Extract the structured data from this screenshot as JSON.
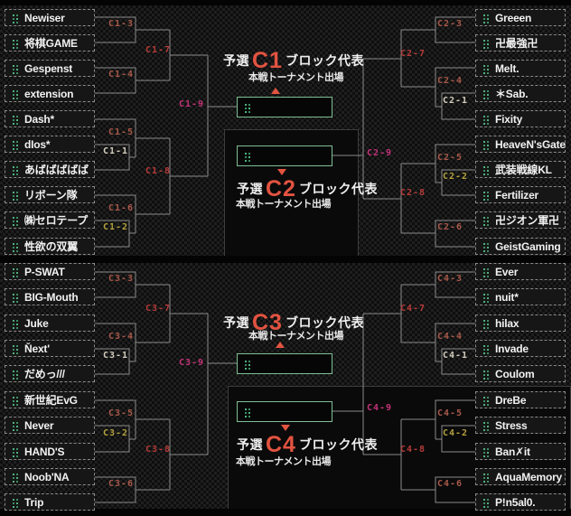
{
  "page": {
    "type": "tournament-bracket",
    "blocks_shown": [
      "C1",
      "C2",
      "C3",
      "C4"
    ]
  },
  "colors": {
    "accent_red": "#e25340",
    "icon_green": "#4fb37f",
    "winner_border_green": "#7fbf94",
    "bracket_line": "#8b8b8b",
    "label_round1": "#d3cdbd",
    "label_round1b": "#b2a03e",
    "label_round2": "#a8594a",
    "label_semis": "#b53b39",
    "label_final": "#c23378"
  },
  "blocks": [
    {
      "code": "C1",
      "side": "left",
      "header": {
        "prefix": "予選",
        "suffix": "ブロック代表",
        "subtitle": "本戦トーナメント出場"
      },
      "winner": "",
      "teams": [
        "Newiser",
        "将棋GAME",
        "Gespenst",
        "extension",
        "Dash*",
        "dIos*",
        "あばばばばば",
        "リボーン隊",
        "㈱セロテープ",
        "性欲の双翼"
      ],
      "matches": [
        "C1-1",
        "C1-2",
        "C1-3",
        "C1-4",
        "C1-5",
        "C1-6",
        "C1-7",
        "C1-8",
        "C1-9"
      ]
    },
    {
      "code": "C2",
      "side": "right",
      "header": {
        "prefix": "予選",
        "suffix": "ブロック代表",
        "subtitle": "本戦トーナメント出場"
      },
      "winner": "",
      "teams": [
        "Greeen",
        "卍最強卍",
        "Melt.",
        "＊Sab.",
        "Fixity",
        "HeaveN'sGate",
        "武装戦線KL",
        "Fertilizer",
        "卍ジオン軍卍",
        "GeistGaming"
      ],
      "matches": [
        "C2-1",
        "C2-2",
        "C2-3",
        "C2-4",
        "C2-5",
        "C2-6",
        "C2-7",
        "C2-8",
        "C2-9"
      ]
    },
    {
      "code": "C3",
      "side": "left",
      "header": {
        "prefix": "予選",
        "suffix": "ブロック代表",
        "subtitle": "本戦トーナメント出場"
      },
      "winner": "",
      "teams": [
        "P-SWAT",
        "BIG-Mouth",
        "Juke",
        "Ňext'",
        "だめっ///",
        "新世紀EvG",
        "Never",
        "HAND'S",
        "Noob'NA",
        "Trip"
      ],
      "matches": [
        "C3-1",
        "C3-2",
        "C3-3",
        "C3-4",
        "C3-5",
        "C3-6",
        "C3-7",
        "C3-8",
        "C3-9"
      ]
    },
    {
      "code": "C4",
      "side": "right",
      "header": {
        "prefix": "予選",
        "suffix": "ブロック代表",
        "subtitle": "本戦トーナメント出場"
      },
      "winner": "",
      "teams": [
        "Ever",
        "nuit*",
        "hilax",
        "Invade",
        "Coulom",
        "DreBe",
        "Stress",
        "Ban✗it",
        "AquaMemory",
        "P!n5al0."
      ],
      "matches": [
        "C4-1",
        "C4-2",
        "C4-3",
        "C4-4",
        "C4-5",
        "C4-6",
        "C4-7",
        "C4-8",
        "C4-9"
      ]
    }
  ]
}
